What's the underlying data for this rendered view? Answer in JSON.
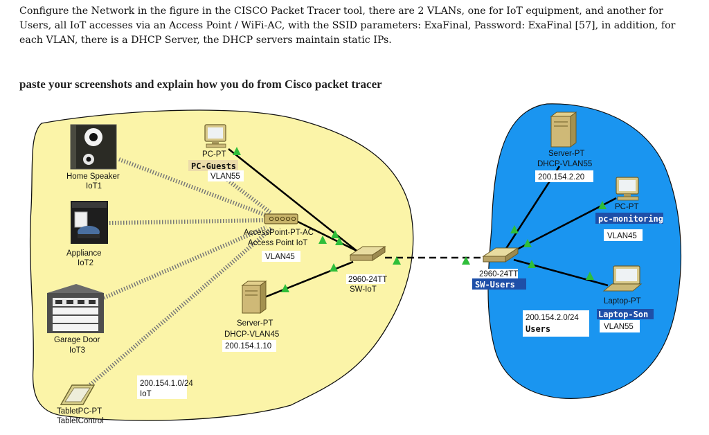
{
  "question": {
    "intro": "Configure the Network in the figure in the CISCO Packet Tracer tool, there are 2 VLANs, one for IoT equipment, and another for Users, all IoT accesses via an Access Point / WiFi-AC, with the SSID parameters: ExaFinal, Password: ExaFinal [57], in addition, for each VLAN, there is a DHCP Server, the DHCP servers maintain static IPs.",
    "heading": "paste your screenshots and explain how you do from Cisco packet tracer"
  },
  "diagram": {
    "colors": {
      "iot_zone": "#fbf4a8",
      "users_zone": "#1a95f0",
      "link": "#000000",
      "led": "#2fbe3a"
    },
    "devices": {
      "home_speaker": {
        "line1": "Home Speaker",
        "line2": "IoT1",
        "icon": "speaker-icon"
      },
      "appliance": {
        "line1": "Appliance",
        "line2": "IoT2",
        "icon": "coffee-maker-icon"
      },
      "garage_door": {
        "line1": "Garage Door",
        "line2": "IoT3",
        "icon": "garage-door-icon"
      },
      "tablet": {
        "line1": "TabletPC-PT",
        "line2": "TabletControl",
        "icon": "tablet-icon"
      },
      "pc_guests": {
        "model": "PC-PT",
        "name": "PC-Guests",
        "vlan": "VLAN55",
        "icon": "pc-icon"
      },
      "access_point": {
        "model": "AccessPoint-PT-AC",
        "name": "Access Point IoT",
        "vlan": "VLAN45",
        "icon": "access-point-icon"
      },
      "server_iot": {
        "model": "Server-PT",
        "name": "DHCP-VLAN45",
        "ip": "200.154.1.10",
        "icon": "server-icon"
      },
      "sw_iot": {
        "model": "2960-24TT",
        "name": "SW-IoT",
        "icon": "switch-icon"
      },
      "sw_users": {
        "model": "2960-24TT",
        "name": "SW-Users",
        "icon": "switch-icon"
      },
      "server_users": {
        "model": "Server-PT",
        "name": "DHCP-VLAN55",
        "ip": "200.154.2.20",
        "icon": "server-icon"
      },
      "pc_monitoring": {
        "model": "PC-PT",
        "name": "pc-monitoring",
        "vlan": "VLAN45",
        "icon": "pc-icon"
      },
      "laptop_son": {
        "model": "Laptop-PT",
        "name": "Laptop-Son",
        "vlan": "VLAN55",
        "icon": "laptop-icon"
      }
    },
    "networks": {
      "iot": {
        "subnet": "200.154.1.0/24",
        "name": "IoT"
      },
      "users": {
        "subnet": "200.154.2.0/24",
        "name": "Users"
      }
    }
  }
}
